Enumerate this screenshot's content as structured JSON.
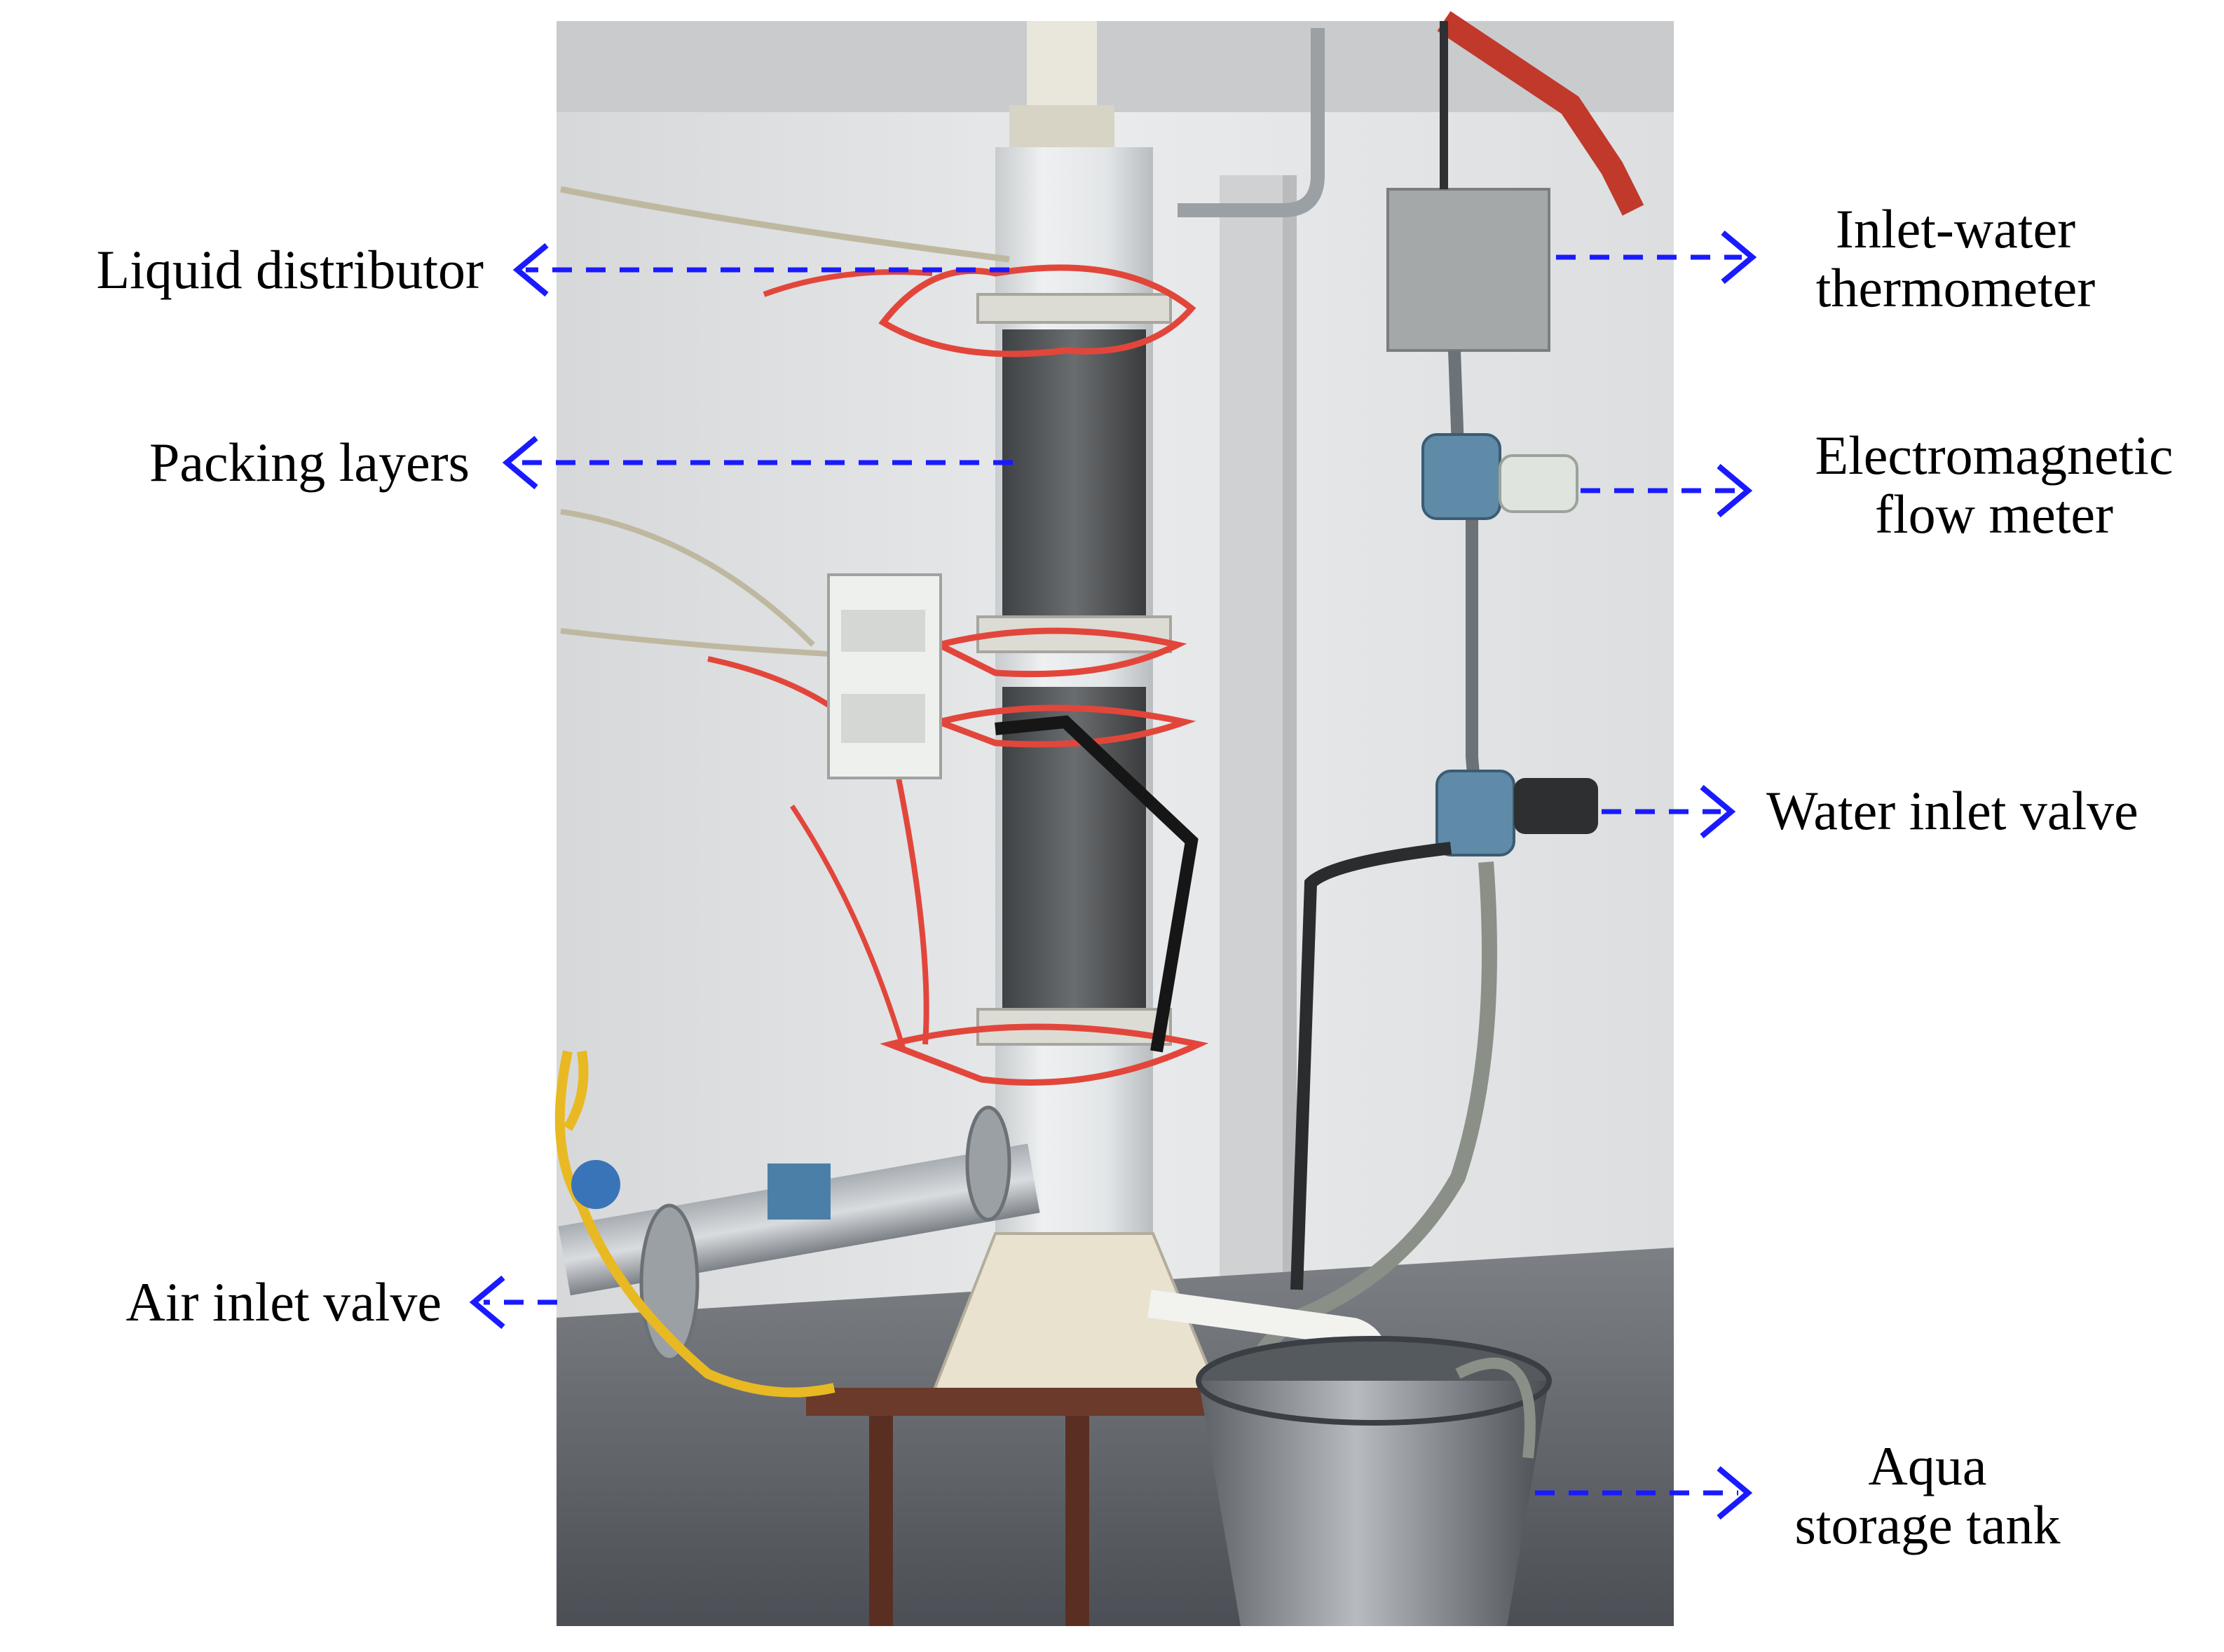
{
  "labels": {
    "liquid_distributor": "Liquid distributor",
    "packing_layers": "Packing layers",
    "air_inlet_valve": "Air inlet valve",
    "inlet_water_thermometer": [
      "Inlet-water",
      "thermometer"
    ],
    "electromagnetic_flow_meter": [
      "Electromagnetic",
      "flow meter"
    ],
    "water_inlet_valve": "Water inlet valve",
    "aqua_storage_tank": [
      "Aqua",
      "storage tank"
    ]
  },
  "colors": {
    "arrow": "#1a1aff",
    "label_text": "#000000",
    "background": "#ffffff"
  }
}
